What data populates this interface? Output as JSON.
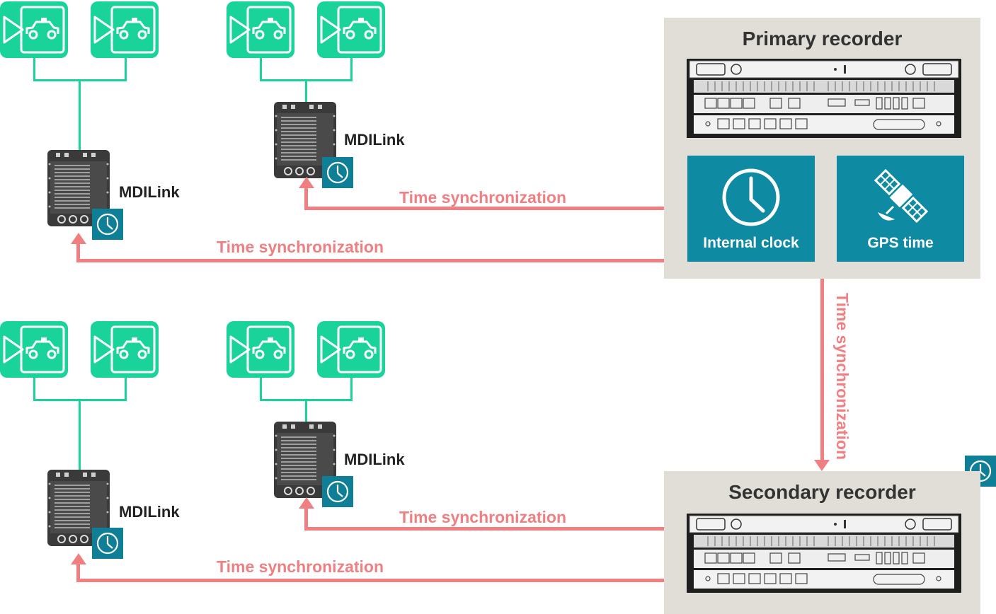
{
  "colors": {
    "camera": "#1ad39a",
    "sync": "#f07f82",
    "panel": "#e0ded6",
    "tile": "#0e8aa3",
    "clock_badge": "#0e7f96",
    "device": "#3a3a3a"
  },
  "primary": {
    "title": "Primary recorder",
    "tiles": [
      {
        "label": "Internal clock",
        "icon": "clock-icon"
      },
      {
        "label": "GPS time",
        "icon": "satellite-icon"
      }
    ]
  },
  "secondary": {
    "title": "Secondary recorder"
  },
  "device_label": "MDILink",
  "sync_label": "Time synchronization",
  "groups": [
    {
      "device": "MDILink",
      "sync": "Time synchronization"
    },
    {
      "device": "MDILink",
      "sync": "Time synchronization"
    },
    {
      "device": "MDILink",
      "sync": "Time synchronization"
    },
    {
      "device": "MDILink",
      "sync": "Time synchronization"
    }
  ],
  "vertical_sync": "Time synchronization"
}
